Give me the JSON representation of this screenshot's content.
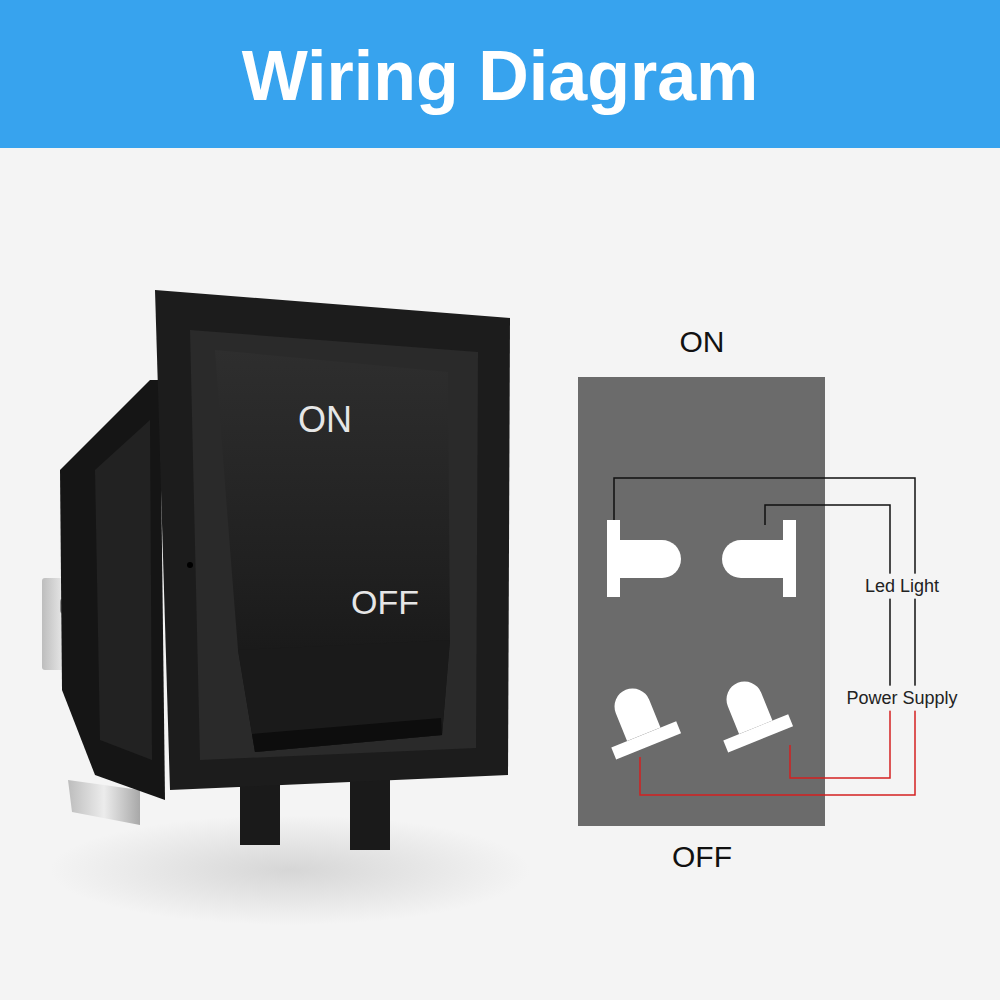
{
  "diagram": {
    "title": "Wiring Diagram",
    "labels": [
      "ON",
      "OFF",
      "ON",
      "OFF",
      "Led Light",
      "Power Supply"
    ]
  }
}
